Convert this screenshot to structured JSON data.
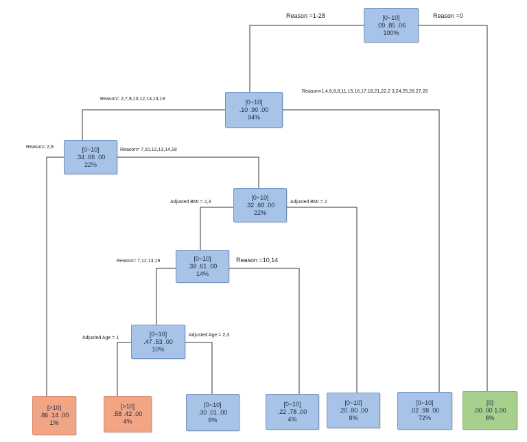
{
  "colors": {
    "node_blue": "#a7c4e8",
    "node_orange": "#f2a585",
    "node_green": "#a8d08d",
    "line": "#333333"
  },
  "nodes": [
    {
      "id": "root",
      "class": "[0~10]",
      "probs": ".09 .85 .06",
      "pct": "100%",
      "kind": "blue"
    },
    {
      "id": "n1",
      "class": "[0~10]",
      "probs": ".10 .90 .00",
      "pct": "94%",
      "kind": "blue"
    },
    {
      "id": "n2",
      "class": "[0~10]",
      "probs": ".34 .66 .00",
      "pct": "22%",
      "kind": "blue"
    },
    {
      "id": "n3",
      "class": "[0~10]",
      "probs": ".32 .68 .00",
      "pct": "22%",
      "kind": "blue"
    },
    {
      "id": "n4",
      "class": "[0~10]",
      "probs": ".39 .61 .00",
      "pct": "14%",
      "kind": "blue"
    },
    {
      "id": "n5",
      "class": "[0~10]",
      "probs": ".47 .53 .00",
      "pct": "10%",
      "kind": "blue"
    },
    {
      "id": "leaf1",
      "class": "[>10]",
      "probs": ".86 .14 .00",
      "pct": "1%",
      "kind": "orange"
    },
    {
      "id": "leaf2",
      "class": "[>10]",
      "probs": ".58 .42 .00",
      "pct": "4%",
      "kind": "orange"
    },
    {
      "id": "leaf3",
      "class": "[0~10]",
      "probs": ".30 .01 .00",
      "pct": "6%",
      "kind": "blue"
    },
    {
      "id": "leaf4",
      "class": "[0~10]",
      "probs": ".22 .78 .00",
      "pct": "4%",
      "kind": "blue"
    },
    {
      "id": "leaf5",
      "class": "[0~10]",
      "probs": ".20 .80 .00",
      "pct": "8%",
      "kind": "blue"
    },
    {
      "id": "leaf6",
      "class": "[0~10]",
      "probs": ".02 .98 .00",
      "pct": "72%",
      "kind": "blue"
    },
    {
      "id": "leaf7",
      "class": "[0]",
      "probs": ".00 .00 1.00",
      "pct": "6%",
      "kind": "green"
    }
  ],
  "edges": [
    {
      "from": "root",
      "to": "n1",
      "label": "Reason =1-28"
    },
    {
      "from": "root",
      "to": "leaf7",
      "label": "Reason =0"
    },
    {
      "from": "n1",
      "to": "n2",
      "label": "Reason= 2,7,9,10,12,13,14,19"
    },
    {
      "from": "n1",
      "to": "leaf6",
      "label": "Reason=1,4,6,8,8,11,15,16,17,18,21,22,2 3,24,25,26,27,28"
    },
    {
      "from": "n2",
      "to": "leaf1",
      "label": "Reason= 2,9"
    },
    {
      "from": "n2",
      "to": "n3",
      "label": "Reason= 7,10,12,13,14,18"
    },
    {
      "from": "n3",
      "to": "n4",
      "label": "Adjusted BMI = 2,3"
    },
    {
      "from": "n3",
      "to": "leaf5",
      "label": "Adjusted BMI = 2"
    },
    {
      "from": "n4",
      "to": "n5",
      "label": "Reason= 7,12,13,19"
    },
    {
      "from": "n4",
      "to": "leaf4",
      "label": "Reason =10,14"
    },
    {
      "from": "n5",
      "to": "leaf2",
      "label": "Adjusted Age = 1"
    },
    {
      "from": "n5",
      "to": "leaf3",
      "label": "Adjusted Age = 2,3"
    }
  ]
}
